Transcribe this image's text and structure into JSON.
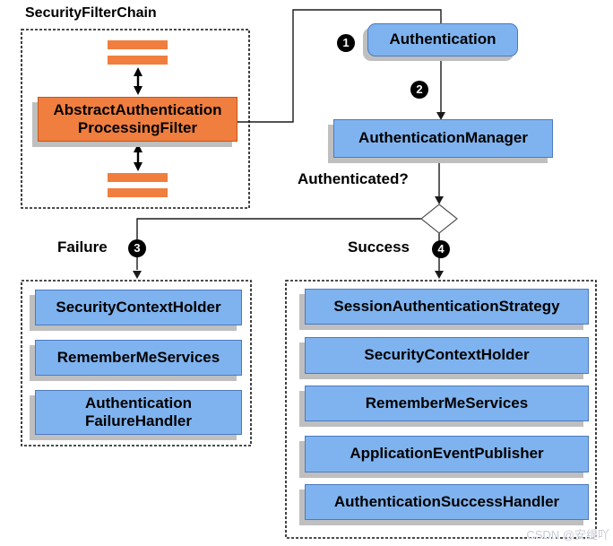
{
  "security_filter_chain": {
    "title": "SecurityFilterChain",
    "filter_label": "AbstractAuthentication\nProcessingFilter"
  },
  "flow": {
    "authentication": "Authentication",
    "authentication_manager": "AuthenticationManager",
    "authenticated_question": "Authenticated?",
    "failure": "Failure",
    "success": "Success",
    "steps": [
      "1",
      "2",
      "3",
      "4"
    ]
  },
  "failure_branch": {
    "handlers": [
      "SecurityContextHolder",
      "RememberMeServices",
      "Authentication\nFailureHandler"
    ]
  },
  "success_branch": {
    "handlers": [
      "SessionAuthenticationStrategy",
      "SecurityContextHolder",
      "RememberMeServices",
      "ApplicationEventPublisher",
      "AuthenticationSuccessHandler"
    ]
  },
  "watermark": "CSDN @安缇吖",
  "colors": {
    "node_blue_fill": "#7FB3EF",
    "node_blue_border": "#4D79BE",
    "node_orange_fill": "#F07E3E",
    "node_orange_border": "#C0561B",
    "shadow": "#BFBFBF",
    "line": "#1A1A1A",
    "badge_bg": "#000000",
    "badge_text": "#FFFFFF"
  }
}
